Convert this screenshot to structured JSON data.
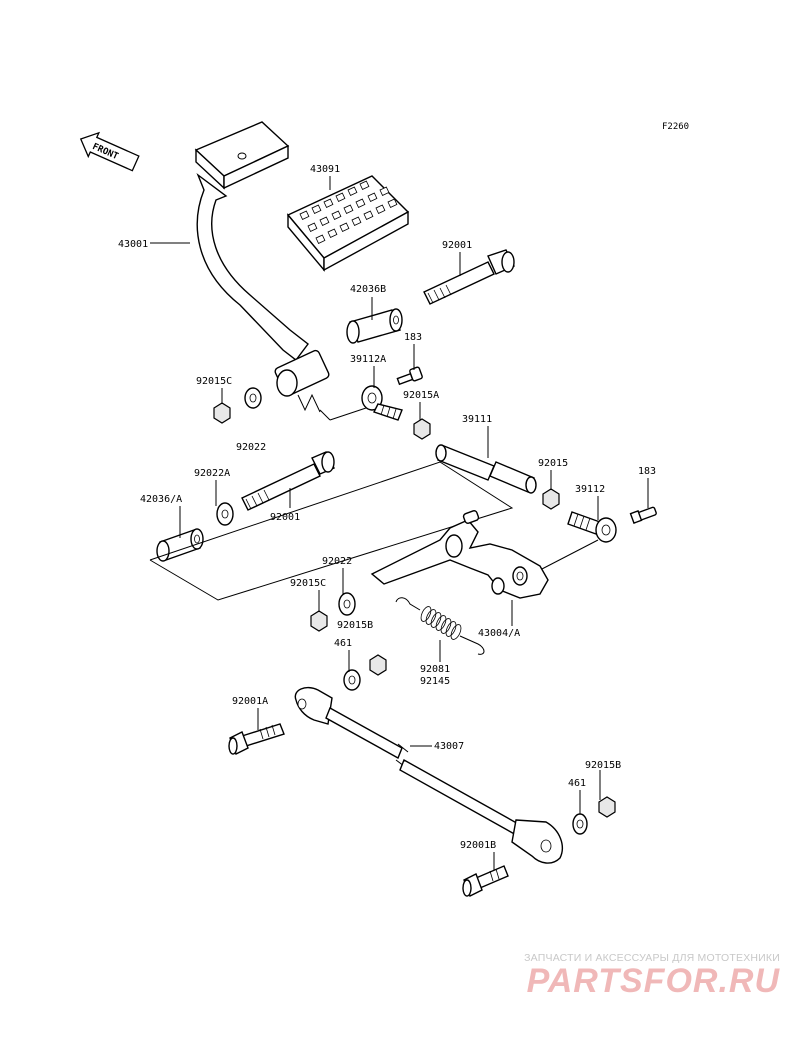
{
  "figure_code": "F2260",
  "front_label": "FRONT",
  "labels": {
    "l43091": "43091",
    "l43001": "43001",
    "l92001_top": "92001",
    "l42036B": "42036B",
    "l183_top": "183",
    "l39112A": "39112A",
    "l92015C_top": "92015C",
    "l92015A": "92015A",
    "l92022_top": "92022",
    "l39111": "39111",
    "l92022A": "92022A",
    "l92015": "92015",
    "l183_right": "183",
    "l39112": "39112",
    "l42036A": "42036/A",
    "l92001_mid": "92001",
    "l92022_mid": "92022",
    "l92015C_mid": "92015C",
    "l92015B_mid": "92015B",
    "l43004A": "43004/A",
    "l461_mid": "461",
    "l92081": "92081",
    "l92145": "92145",
    "l92001A": "92001A",
    "l43007": "43007",
    "l92015B_low": "92015B",
    "l461_low": "461",
    "l92001B": "92001B"
  },
  "watermark": {
    "caption": "ЗАПЧАСТИ И АКСЕССУАРЫ ДЛЯ МОТОТЕХНИКИ",
    "logo": "PARTSFOR.RU"
  }
}
